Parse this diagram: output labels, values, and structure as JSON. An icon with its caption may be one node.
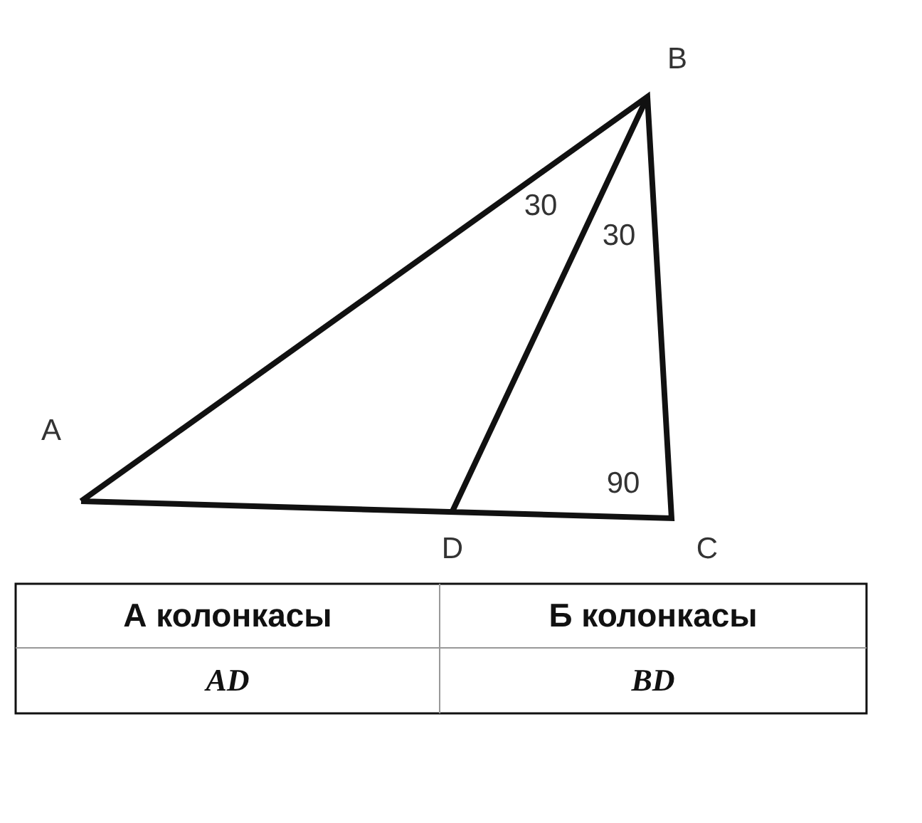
{
  "diagram": {
    "labels": [
      "B",
      "30",
      "30",
      "A",
      "90",
      "D",
      "C",
      "А колонкасы",
      "Б колонкасы",
      "AD",
      "BD"
    ]
  }
}
